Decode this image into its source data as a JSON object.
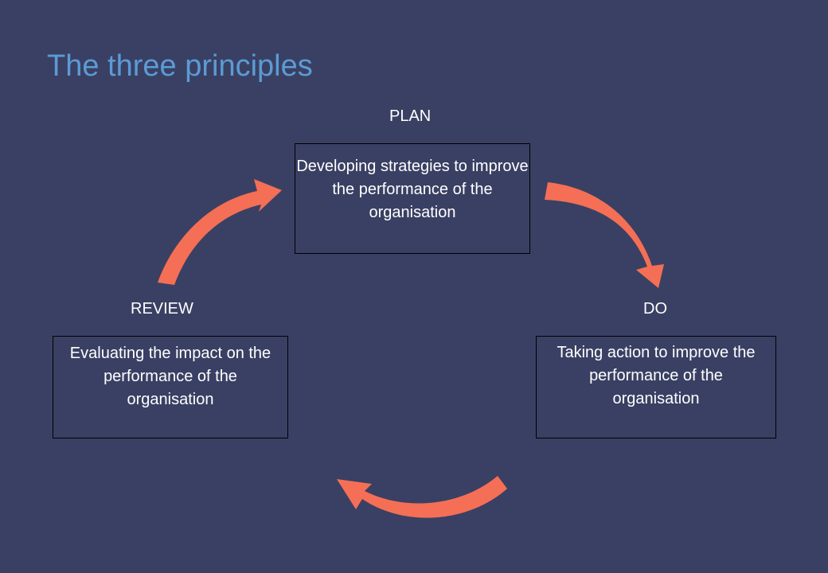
{
  "title": "The three principles",
  "colors": {
    "background": "#3a4063",
    "title": "#5b9bd5",
    "arrow": "#f46f55",
    "text": "#ffffff"
  },
  "stages": {
    "plan": {
      "label": "PLAN",
      "description": "Developing strategies to improve the performance of the organisation"
    },
    "do": {
      "label": "DO",
      "description": "Taking action to improve the performance of the organisation"
    },
    "review": {
      "label": "REVIEW",
      "description": "Evaluating the impact on the performance of the organisation"
    }
  }
}
